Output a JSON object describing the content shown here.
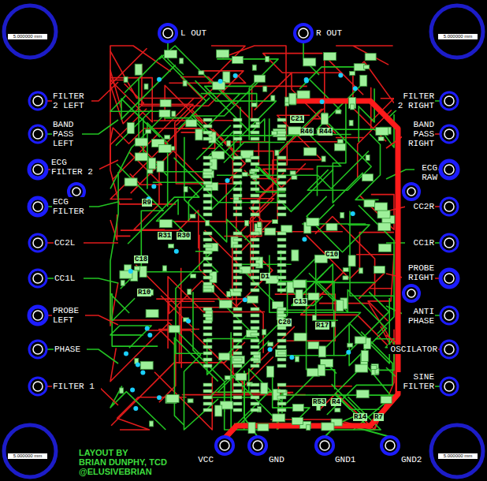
{
  "diagram": {
    "labels": [
      "5.000000 mm",
      "L OUT",
      "R OUT",
      "5.000000 mm",
      "FILTER 2 LEFT",
      "FILTER 2 RIGHT",
      "C21",
      "R46",
      "R44",
      "BAND PASS LEFT",
      "BAND PASS RIGHT",
      "ECG FILTER 2",
      "ECG RAW",
      "R9",
      "ECG FILTER",
      "CC2R",
      "R31",
      "R30",
      "CC2L",
      "CC1R",
      "C10",
      "C18",
      "D1",
      "CC1L",
      "PROBE RIGHT",
      "R10",
      "C13",
      "PROBE LEFT",
      "ANTI PHASE",
      "C20",
      "R17",
      "PHASE",
      "OSCILATOR",
      "FILTER 1",
      "SINE FILTER",
      "R53",
      "R4",
      "R14",
      "R7",
      "5.000000 mm",
      "LAYOUT BY",
      "BRIAN DUNPHY, TCD",
      "@ELUSIVEBRIAN",
      "VCC",
      "GND",
      "GND1",
      "GND2",
      "5.000000 mm"
    ]
  }
}
